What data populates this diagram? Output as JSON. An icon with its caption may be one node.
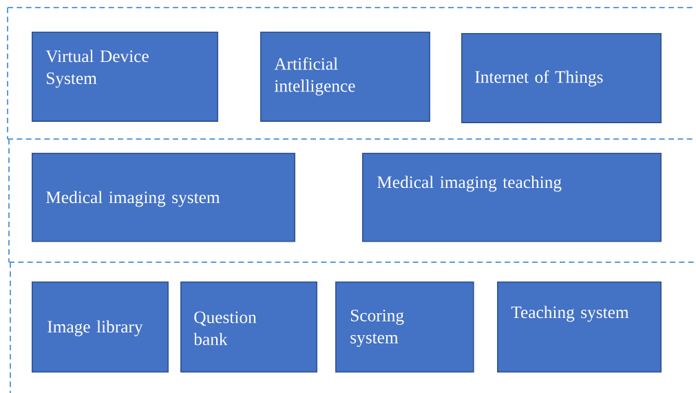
{
  "diagram": {
    "nodes": [
      {
        "text": [
          "Virtual Device System"
        ]
      },
      {
        "text": [
          "Artificial intelligence"
        ]
      },
      {
        "text": [
          "Internet of Things"
        ]
      },
      {
        "text": [
          "Medical imaging system"
        ]
      },
      {
        "text": [
          "Medical imaging teaching"
        ]
      },
      {
        "text": [
          "Image library"
        ]
      },
      {
        "text": [
          "Question bank"
        ]
      },
      {
        "text": [
          "Scoring system"
        ]
      },
      {
        "text": [
          "Teaching system"
        ]
      }
    ]
  }
}
